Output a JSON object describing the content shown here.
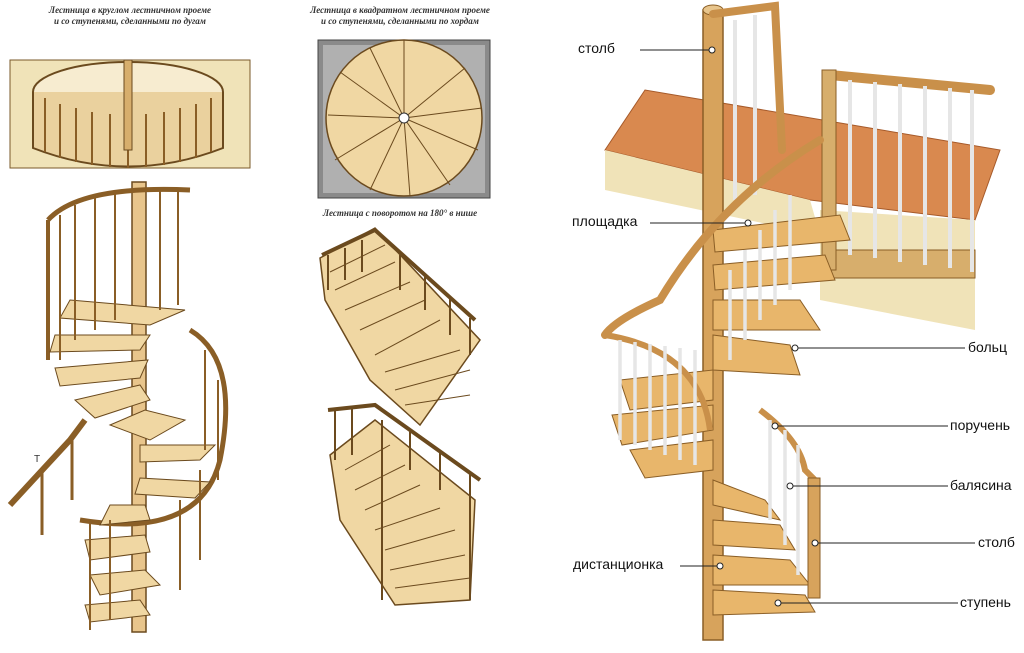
{
  "captions": {
    "round_opening": [
      "Лестница в круглом лестничном проеме",
      "и со ступенями, сделанными по дугам"
    ],
    "square_opening": [
      "Лестница в квадратном лестничном проеме",
      "и со ступенями, сделанными по хордам"
    ],
    "niche_turn": "Лестница с поворотом на 180° в нише"
  },
  "labels": {
    "post_top": "столб",
    "landing": "площадка",
    "bolt": "больц",
    "handrail": "поручень",
    "baluster": "балясина",
    "post_bottom": "столб",
    "spacer": "дистанционка",
    "step": "ступень"
  },
  "colors": {
    "wood": "#e8c58c",
    "wood_dark": "#b57a35",
    "wood_light": "#f3dcae",
    "floor": "#d9894f",
    "floor_panel": "#f0e3b8",
    "grey_well": "#8a8a8a",
    "line": "#222222"
  }
}
